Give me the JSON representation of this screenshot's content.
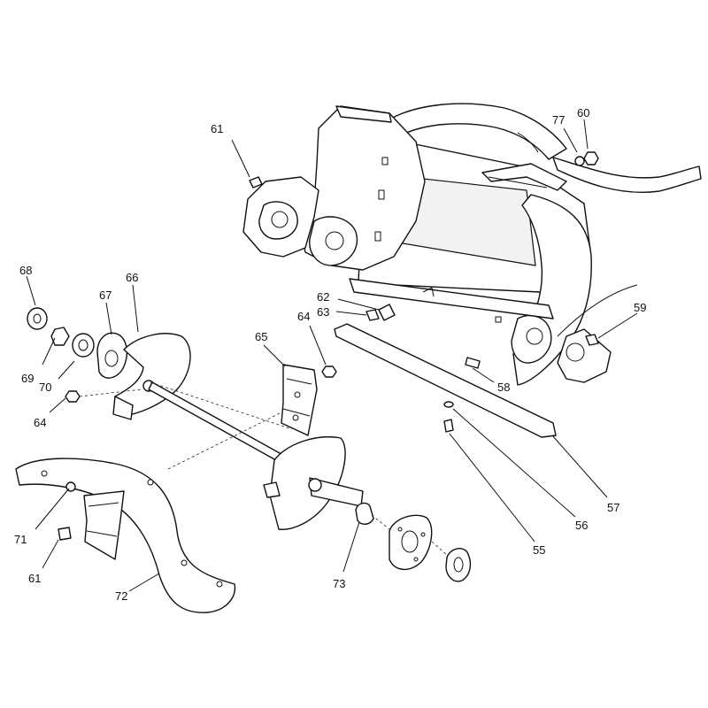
{
  "callouts": [
    {
      "id": "c61a",
      "text": "61"
    },
    {
      "id": "c77",
      "text": "77"
    },
    {
      "id": "c60",
      "text": "60"
    },
    {
      "id": "c68",
      "text": "68"
    },
    {
      "id": "c67",
      "text": "67"
    },
    {
      "id": "c66",
      "text": "66"
    },
    {
      "id": "c62",
      "text": "62"
    },
    {
      "id": "c63",
      "text": "63"
    },
    {
      "id": "c64a",
      "text": "64"
    },
    {
      "id": "c65",
      "text": "65"
    },
    {
      "id": "c59",
      "text": "59"
    },
    {
      "id": "c69",
      "text": "69"
    },
    {
      "id": "c70",
      "text": "70"
    },
    {
      "id": "c64b",
      "text": "64"
    },
    {
      "id": "c58",
      "text": "58"
    },
    {
      "id": "c57",
      "text": "57"
    },
    {
      "id": "c56",
      "text": "56"
    },
    {
      "id": "c55",
      "text": "55"
    },
    {
      "id": "c71",
      "text": "71"
    },
    {
      "id": "c61b",
      "text": "61"
    },
    {
      "id": "c72",
      "text": "72"
    },
    {
      "id": "c73",
      "text": "73"
    }
  ]
}
